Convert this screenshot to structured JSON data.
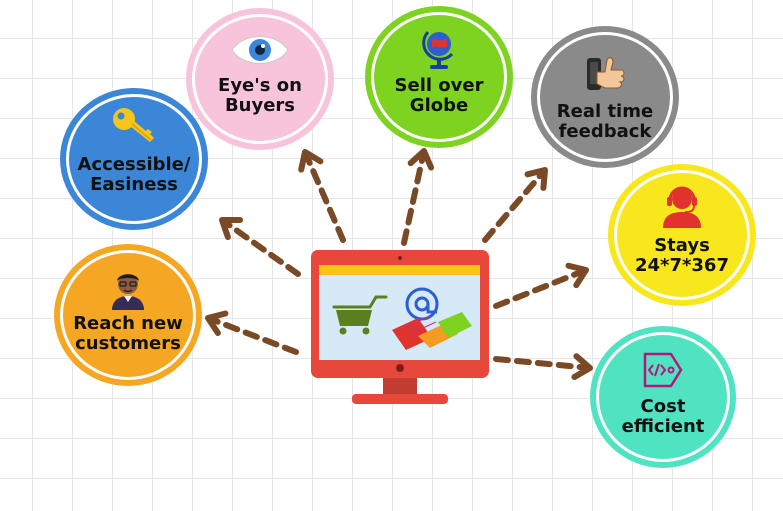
{
  "nodes": [
    {
      "id": "reach-new-customers",
      "lines": [
        "Reach new",
        "customers"
      ],
      "color": "#f5a623",
      "icon": "person-avatar-icon"
    },
    {
      "id": "accessible-easiness",
      "lines": [
        "Accessible/",
        "Easiness"
      ],
      "color": "#3b86d6",
      "icon": "key-icon"
    },
    {
      "id": "eyes-on-buyers",
      "lines": [
        "Eye's on",
        "Buyers"
      ],
      "color": "#f7c4dc",
      "icon": "eye-icon"
    },
    {
      "id": "sell-over-globe",
      "lines": [
        "Sell over",
        "Globe"
      ],
      "color": "#7ed321",
      "icon": "globe-icon"
    },
    {
      "id": "real-time-feedback",
      "lines": [
        "Real time",
        "feedback"
      ],
      "color": "#8a8a8a",
      "icon": "thumbs-up-icon"
    },
    {
      "id": "stays-24-7-367",
      "lines": [
        "Stays",
        "24*7*367"
      ],
      "color": "#f8e71c",
      "icon": "support-agent-icon"
    },
    {
      "id": "cost-efficient",
      "lines": [
        "Cost",
        "efficient"
      ],
      "color": "#50e3c2",
      "icon": "price-tag-icon"
    }
  ],
  "center": {
    "icon": "ecommerce-monitor-icon",
    "screen_icons": [
      "shopping-cart-icon",
      "email-handshake-icon"
    ]
  },
  "colors": {
    "arrow": "#7a4a26",
    "monitor": "#e8473c",
    "screen": "#d6e9f7",
    "screen_bar": "#f5c518",
    "cart": "#5b7f1e"
  }
}
